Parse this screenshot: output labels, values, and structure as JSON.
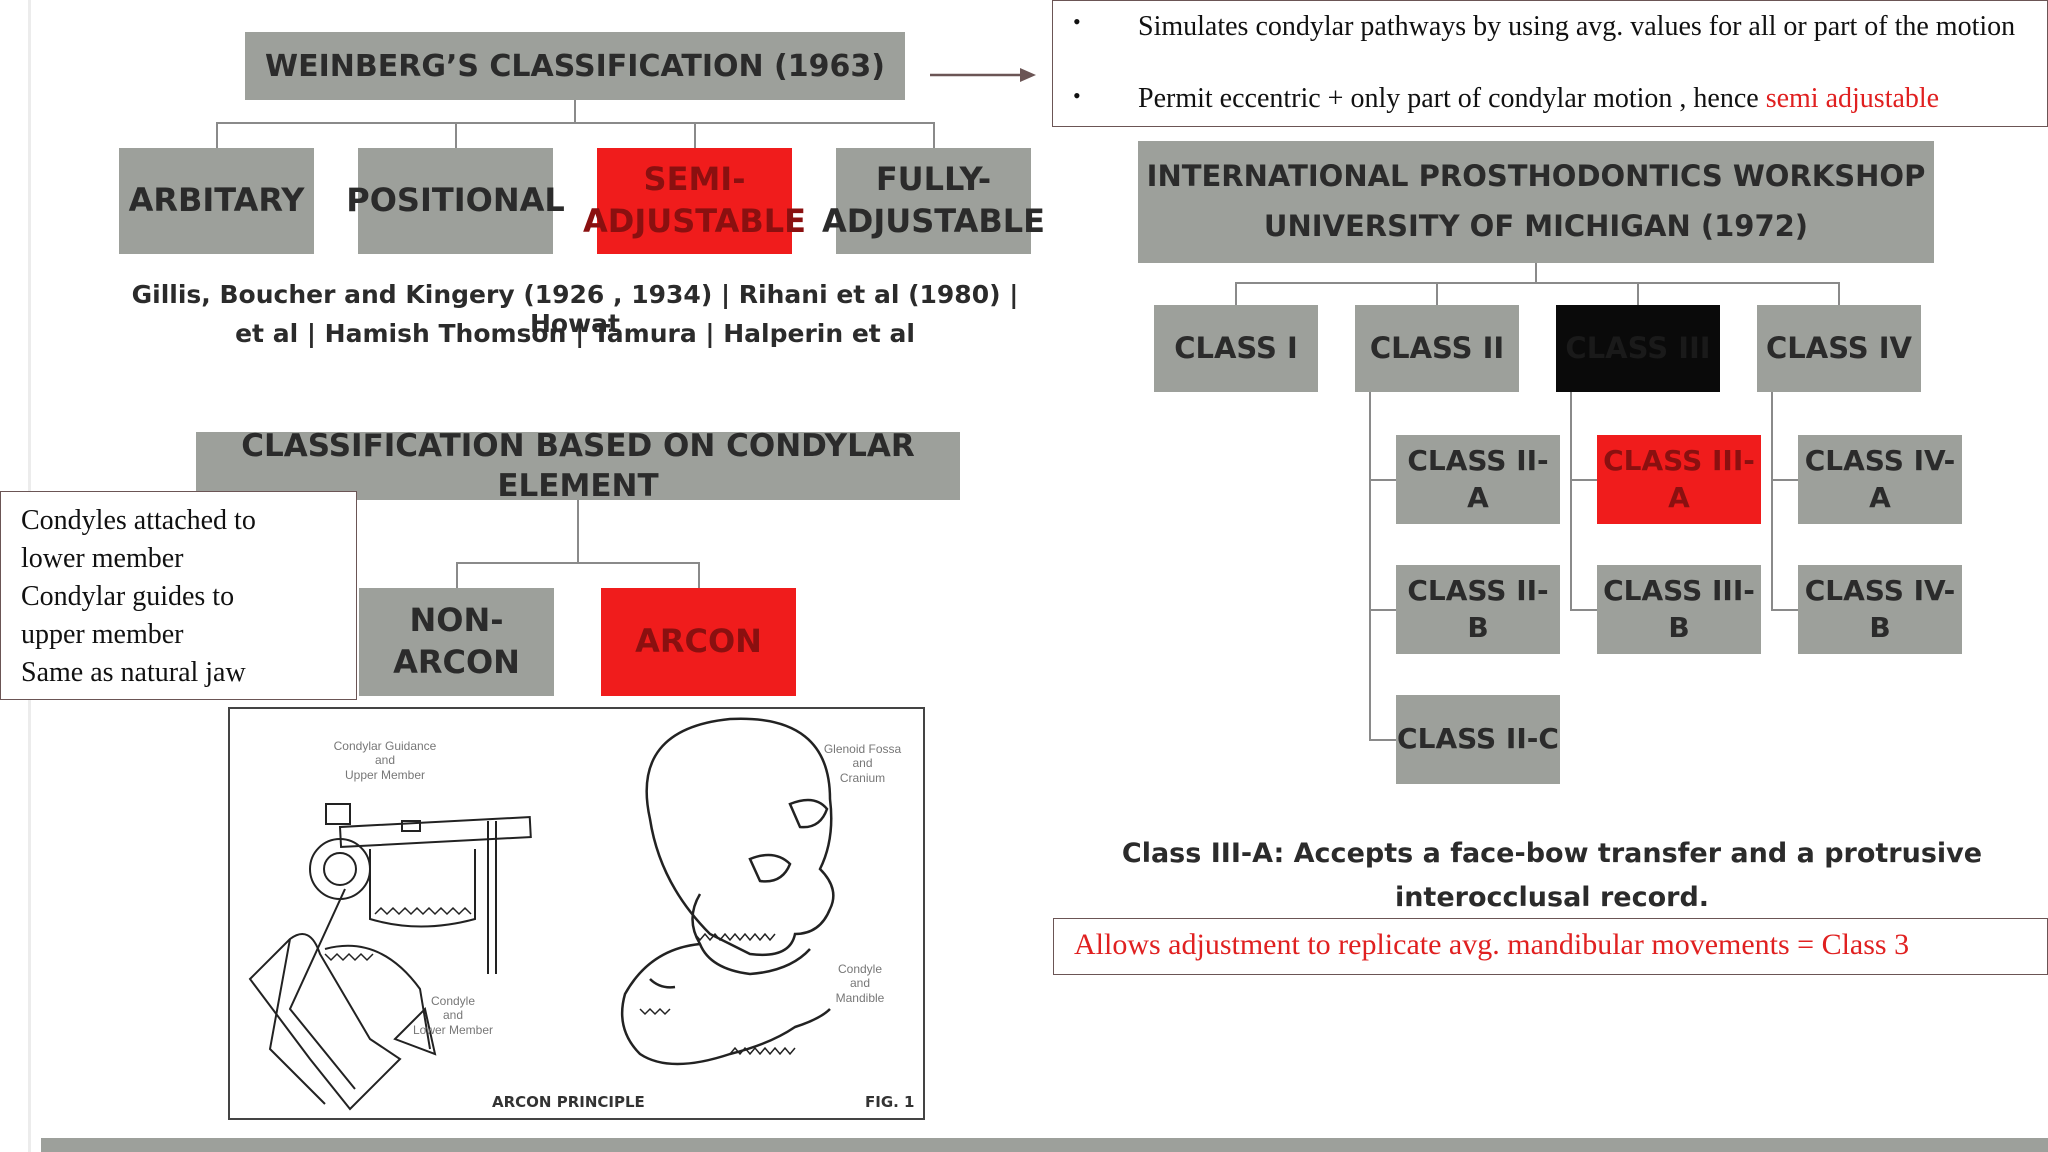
{
  "weinberg": {
    "title": "WEINBERG’S CLASSIFICATION (1963)",
    "items": [
      "ARBITARY",
      "POSITIONAL",
      "SEMI-\nADJUSTABLE",
      "FULLY-\nADJUSTABLE"
    ],
    "authors_line1": "Gillis, Boucher and Kingery (1926 , 1934) | Rihani et al (1980) | Howat",
    "authors_line2": "et al | Hamish Thomson | Tamura | Halperin et al"
  },
  "semi_note": {
    "bullet1": "Simulates condylar pathways by using avg. values for all or part of the motion",
    "bullet2_prefix": "Permit eccentric + only part of condylar motion , hence ",
    "bullet2_highlight": "semi adjustable",
    "bullet_char": "•"
  },
  "condylar": {
    "title": "CLASSIFICATION BASED ON CONDYLAR ELEMENT",
    "items": [
      "NON-\nARCON",
      "ARCON"
    ]
  },
  "arcon_note": {
    "lines": [
      "Condyles attached to",
      "lower member",
      "Condylar guides to",
      "upper member",
      "Same as natural jaw"
    ]
  },
  "figure": {
    "caption": "ARCON PRINCIPLE",
    "fig_no": "FIG. 1",
    "labels": {
      "upper": "Condylar Guidance\nand\nUpper Member",
      "lower": "Condyle\nand\nLower Member",
      "fossa": "Glenoid Fossa\nand\nCranium",
      "mandible": "Condyle\nand\nMandible"
    }
  },
  "michigan": {
    "title_line1": "INTERNATIONAL PROSTHODONTICS WORKSHOP",
    "title_line2": "UNIVERSITY OF MICHIGAN (1972)",
    "classes": [
      "CLASS I",
      "CLASS II",
      "CLASS III",
      "CLASS IV"
    ],
    "class2_sub": [
      "CLASS II- A",
      "CLASS II- B",
      "CLASS II-C"
    ],
    "class3_sub": [
      "CLASS III- A",
      "CLASS III- B"
    ],
    "class4_sub": [
      "CLASS IV- A",
      "CLASS IV- B"
    ],
    "class3a_desc": "Class III-A: Accepts a face-bow transfer and a protrusive interocclusal record.",
    "class3_note": "Allows adjustment to replicate avg. mandibular movements = Class 3"
  },
  "colors": {
    "gray_box": "#9da09b",
    "highlight_red": "#f01c1c",
    "text_red": "#e02020",
    "footer_bar": "#9da09b"
  }
}
